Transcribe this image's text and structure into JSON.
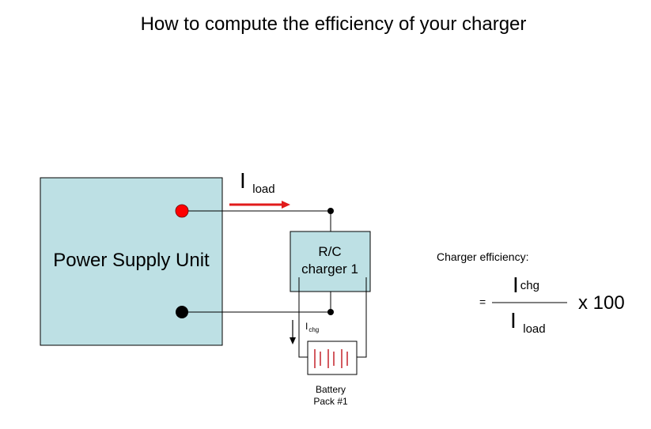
{
  "title": "How to compute the efficiency of your charger",
  "power_supply": {
    "label": "Power Supply Unit",
    "fill": "#bde0e4",
    "positive_terminal_color": "#ff0000",
    "negative_terminal_color": "#000000"
  },
  "charger": {
    "line1": "R/C",
    "line2": "charger 1",
    "fill": "#bde0e4"
  },
  "currents": {
    "load": {
      "symbol": "I",
      "subscript": "load",
      "arrow_color": "#e11b1b"
    },
    "charge": {
      "symbol": "I",
      "subscript": "chg"
    }
  },
  "battery": {
    "line1": "Battery",
    "line2": "Pack #1",
    "cell_color": "#c0141c"
  },
  "formula": {
    "label": "Charger efficiency:",
    "equals": "=",
    "numerator": {
      "symbol": "I",
      "subscript": "chg"
    },
    "denominator": {
      "symbol": "I",
      "subscript": "load"
    },
    "multiplier": "x 100"
  }
}
